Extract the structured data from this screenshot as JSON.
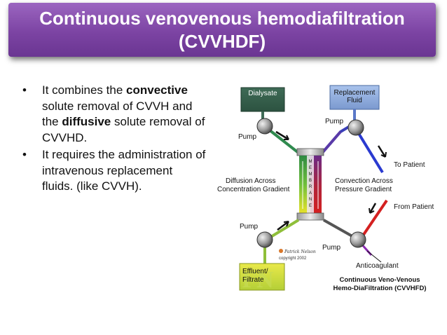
{
  "slide": {
    "title_line1": "Continuous venovenous hemodiafiltration",
    "title_line2": "(CVVHDF)",
    "bullets": [
      {
        "dot": "•",
        "text1": "It combines the ",
        "bold1": "convective",
        "text2": " solute removal of CVVH and the ",
        "bold2": "diffusive",
        "text3": " solute removal of CVVHD."
      },
      {
        "dot": "•",
        "text1": "It requires the administration of intravenous replacement fluids. (like CVVH)."
      }
    ]
  },
  "diagram": {
    "dialysate": "Dialysate",
    "replacement_line1": "Replacement",
    "replacement_line2": "Fluid",
    "pump": "Pump",
    "to_patient": "To Patient",
    "from_patient": "From Patient",
    "diffusion_line1": "Diffusion  Across",
    "diffusion_line2": "Concentration Gradient",
    "convection_line1": "Convection Across",
    "convection_line2": "Pressure Gradient",
    "membrane_letters": [
      "M",
      "E",
      "M",
      "B",
      "R",
      "A",
      "N",
      "E"
    ],
    "effluent_line1": "Effluent/",
    "effluent_line2": "Filtrate",
    "anticoagulant": "Anticoagulant",
    "signature": "Patrick Nelson",
    "copyright": "copyright 2002",
    "caption_line1": "Continuous Veno-Venous",
    "caption_line2": "Hemo-DiaFiltration (CVVHFD)"
  }
}
